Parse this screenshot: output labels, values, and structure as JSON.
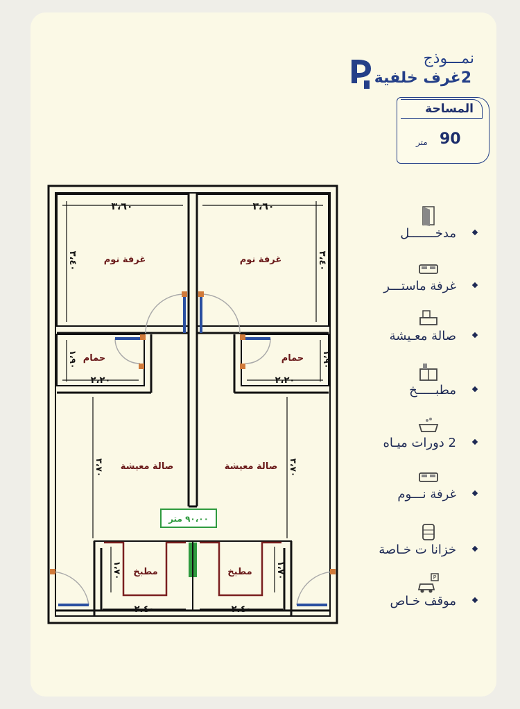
{
  "header": {
    "model_label": "نمـــوذج",
    "model_name": "2غرف خلفية"
  },
  "area": {
    "label": "المساحة",
    "value": "90",
    "unit": "متر"
  },
  "plan": {
    "rooms": {
      "bedroom_left": "غرفة نوم",
      "bedroom_right": "غرفة نوم",
      "bath_left": "حمام",
      "bath_right": "حمام",
      "living_left": "صالة معيشة",
      "living_right": "صالة معيشة",
      "kitchen_left": "مطبخ",
      "kitchen_right": "مطبخ"
    },
    "dimensions": {
      "bed_width_left": "٣،٦٠",
      "bed_width_right": "٣،٦٠",
      "bed_depth_left": "٣،٤٠",
      "bed_depth_right": "٣،٤٠",
      "bath_width_left": "٢،٢٠",
      "bath_width_right": "٢،٢٠",
      "bath_depth_left": "١،٩٠",
      "bath_depth_right": "١،٩٠",
      "living_depth_left": "٣،٧٠",
      "living_depth_right": "٣،٧٠",
      "kitchen_width_left": "٢،٤٠",
      "kitchen_width_right": "٢،٤٠",
      "kitchen_depth_left": "١،٧٠",
      "kitchen_depth_right": "١،٧٠"
    },
    "area_tag": "٩٠،٠٠ متر"
  },
  "features": [
    {
      "label": "مدخـــــــل",
      "icon": "door-icon"
    },
    {
      "label": "غرفة ماستـــر",
      "icon": "bed-icon"
    },
    {
      "label": "صالة معـيشة",
      "icon": "sofa-icon"
    },
    {
      "label": "مطبـــــخ",
      "icon": "kitchen-icon"
    },
    {
      "label": "2 دورات ميـاه",
      "icon": "bathtub-icon"
    },
    {
      "label": "غرفة نـــوم",
      "icon": "bed-icon"
    },
    {
      "label": "خزانا ت خـاصة",
      "icon": "water-tank-icon"
    },
    {
      "label": "موقف خـاص",
      "icon": "parking-icon"
    }
  ],
  "colors": {
    "brand": "#243f88",
    "wall": "#111111",
    "door": "#2a4fa0",
    "accent": "#d07a3a",
    "tag": "#2e9a3e"
  }
}
